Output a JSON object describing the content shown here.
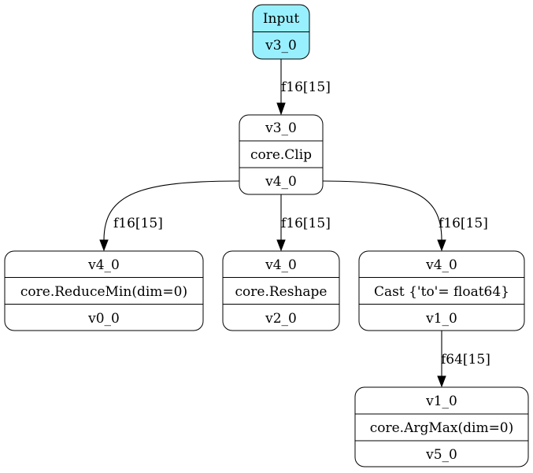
{
  "colors": {
    "input_fill": "#98f0ff",
    "node_fill": "#ffffff",
    "stroke": "#000000"
  },
  "nodes": {
    "input": {
      "rows": [
        "Input",
        "v3_0"
      ]
    },
    "clip": {
      "rows": [
        "v3_0",
        "core.Clip",
        "v4_0"
      ]
    },
    "reducemin": {
      "rows": [
        "v4_0",
        "core.ReduceMin(dim=0)",
        "v0_0"
      ]
    },
    "reshape": {
      "rows": [
        "v4_0",
        "core.Reshape",
        "v2_0"
      ]
    },
    "cast": {
      "rows": [
        "v4_0",
        "Cast {'to'= float64}",
        "v1_0"
      ]
    },
    "argmax": {
      "rows": [
        "v1_0",
        "core.ArgMax(dim=0)",
        "v5_0"
      ]
    }
  },
  "edges": [
    {
      "from": "input",
      "to": "clip",
      "label": "f16[15]"
    },
    {
      "from": "clip",
      "to": "reducemin",
      "label": "f16[15]"
    },
    {
      "from": "clip",
      "to": "reshape",
      "label": "f16[15]"
    },
    {
      "from": "clip",
      "to": "cast",
      "label": "f16[15]"
    },
    {
      "from": "cast",
      "to": "argmax",
      "label": "f64[15]"
    }
  ]
}
